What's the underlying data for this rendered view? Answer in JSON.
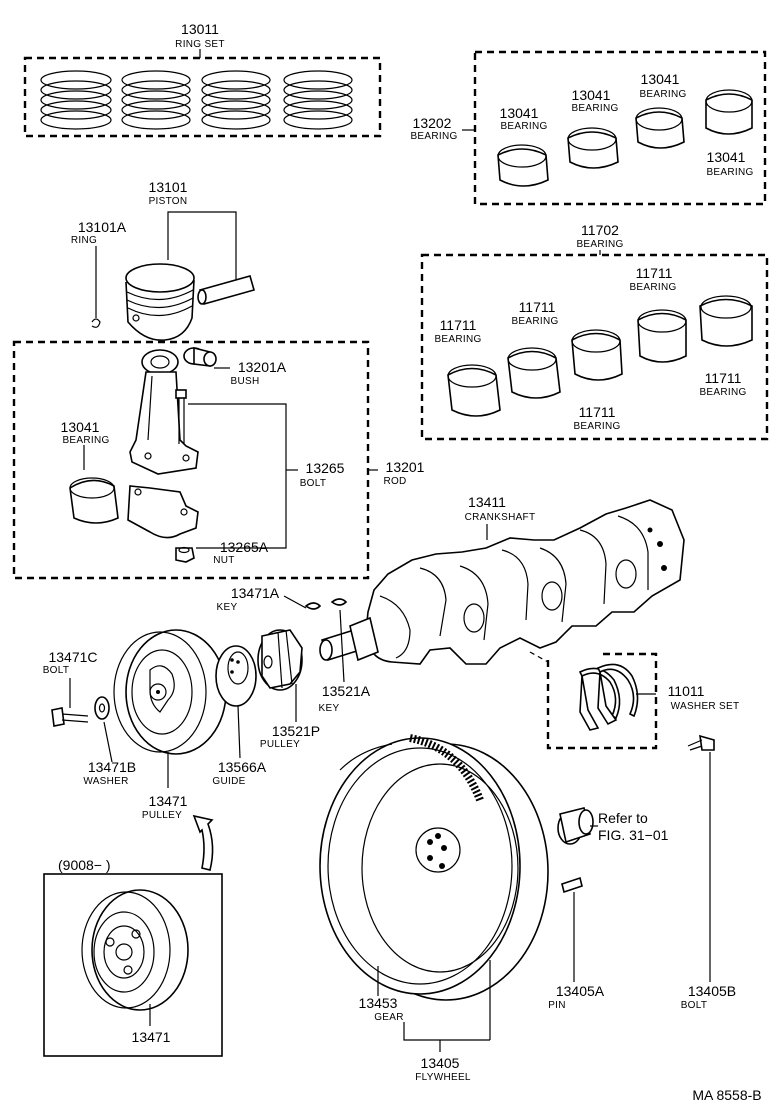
{
  "parts": {
    "ring_set": {
      "num": "13011",
      "name": "RING SET"
    },
    "bearing_set": {
      "num": "13202",
      "name": "BEARING"
    },
    "bearing_13041_a": {
      "num": "13041",
      "name": "BEARING"
    },
    "bearing_13041_b": {
      "num": "13041",
      "name": "BEARING"
    },
    "bearing_13041_c": {
      "num": "13041",
      "name": "BEARING"
    },
    "bearing_13041_d": {
      "num": "13041",
      "name": "BEARING"
    },
    "piston": {
      "num": "13101",
      "name": "PISTON"
    },
    "ring": {
      "num": "13101A",
      "name": "RING"
    },
    "main_bearing_set": {
      "num": "11702",
      "name": "BEARING"
    },
    "bearing_11711_a": {
      "num": "11711",
      "name": "BEARING"
    },
    "bearing_11711_b": {
      "num": "11711",
      "name": "BEARING"
    },
    "bearing_11711_c": {
      "num": "11711",
      "name": "BEARING"
    },
    "bearing_11711_d": {
      "num": "11711",
      "name": "BEARING"
    },
    "bearing_11711_e": {
      "num": "11711",
      "name": "BEARING"
    },
    "bush": {
      "num": "13201A",
      "name": "BUSH"
    },
    "rod_bearing": {
      "num": "13041",
      "name": "BEARING"
    },
    "bolt_13265": {
      "num": "13265",
      "name": "BOLT"
    },
    "rod": {
      "num": "13201",
      "name": "ROD"
    },
    "nut": {
      "num": "13265A",
      "name": "NUT"
    },
    "crankshaft": {
      "num": "13411",
      "name": "CRANKSHAFT"
    },
    "key_a": {
      "num": "13471A",
      "name": "KEY"
    },
    "key_b": {
      "num": "13521A",
      "name": "KEY"
    },
    "bolt_13471c": {
      "num": "13471C",
      "name": "BOLT"
    },
    "washer": {
      "num": "13471B",
      "name": "WASHER"
    },
    "pulley_main": {
      "num": "13471",
      "name": "PULLEY"
    },
    "guide": {
      "num": "13566A",
      "name": "GUIDE"
    },
    "pulley_small": {
      "num": "13521P",
      "name": "PULLEY"
    },
    "washer_set": {
      "num": "11011",
      "name": "WASHER SET"
    },
    "refer": {
      "line1": "Refer to",
      "line2": "FIG. 31−01"
    },
    "gear": {
      "num": "13453",
      "name": "GEAR"
    },
    "pin": {
      "num": "13405A",
      "name": "PIN"
    },
    "bolt_13405b": {
      "num": "13405B",
      "name": "BOLT"
    },
    "flywheel": {
      "num": "13405",
      "name": "FLYWHEEL"
    },
    "inset": {
      "date": "(9008−          )",
      "num": "13471"
    }
  },
  "footer": {
    "code": "MA  8558-B"
  }
}
